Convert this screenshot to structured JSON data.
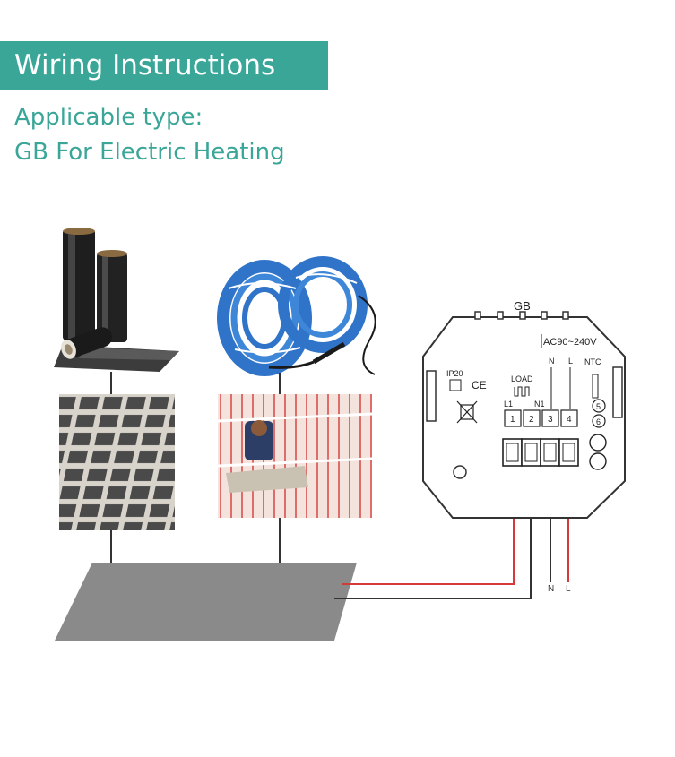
{
  "header": {
    "title": "Wiring Instructions",
    "subtitle_line1": "Applicable type:",
    "subtitle_line2": "GB For Electric Heating"
  },
  "thermostat": {
    "model_label": "GB",
    "voltage_label": "AC90~240V",
    "ip_label": "IP20",
    "ce_label": "CE",
    "load_label": "LOAD",
    "n_label": "N",
    "l_label": "L",
    "ntc_label": "NTC",
    "l1_label": "L1",
    "n1_label": "N1",
    "terminals": [
      "1",
      "2",
      "3",
      "4"
    ],
    "ntc_terminals": [
      "5",
      "6"
    ]
  },
  "wire_labels": {
    "neutral": "N",
    "live": "L"
  },
  "colors": {
    "accent": "#3aa698",
    "wire_red": "#d43a3a",
    "wire_black": "#333333",
    "floor_gray": "#8a8a8a",
    "cable_blue": "#2f74c8"
  },
  "images": {
    "heating_film_roll": "heating-film-roll",
    "heating_cable_coils": "heating-cable-coils",
    "heating_film_floor": "heating-film-floor",
    "heating_cable_floor": "heating-cable-floor"
  }
}
